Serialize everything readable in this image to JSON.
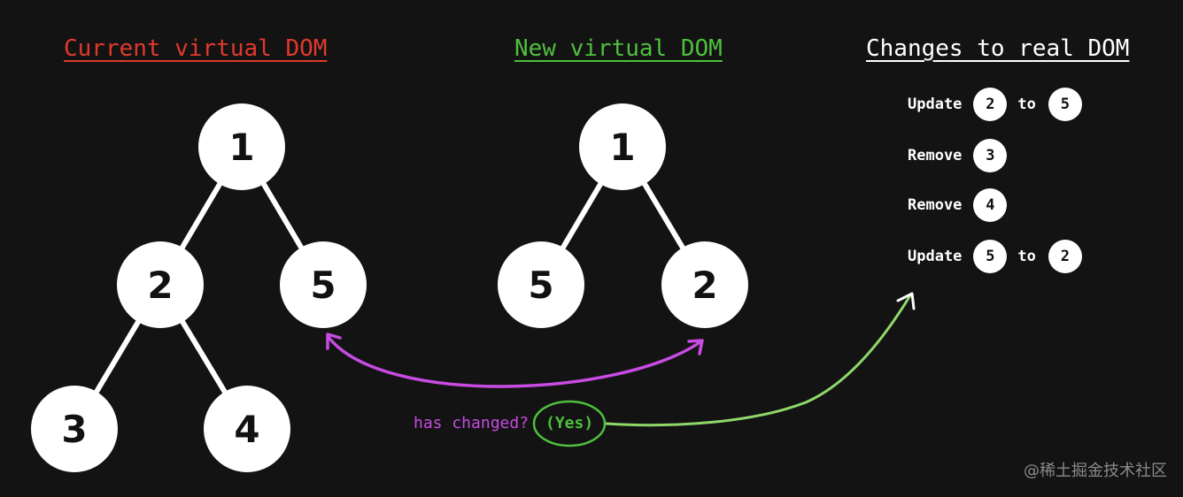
{
  "titles": {
    "current": "Current virtual DOM",
    "new": "New virtual DOM",
    "changes": "Changes to real DOM"
  },
  "colors": {
    "background": "#131313",
    "current": "#e0392c",
    "new": "#4fbf3e",
    "changes": "#ffffff",
    "compare_arrow": "#c94be3",
    "apply_arrow": "#8fd86a"
  },
  "current_tree": {
    "nodes": [
      "1",
      "2",
      "5",
      "3",
      "4"
    ]
  },
  "new_tree": {
    "nodes": [
      "1",
      "5",
      "2"
    ]
  },
  "changes": [
    {
      "action": "Update",
      "node": "2",
      "connector": "to",
      "target": "5"
    },
    {
      "action": "Remove",
      "node": "3"
    },
    {
      "action": "Remove",
      "node": "4"
    },
    {
      "action": "Update",
      "node": "5",
      "connector": "to",
      "target": "2"
    }
  ],
  "annotation": {
    "question": "has changed?",
    "answer": "(Yes)"
  },
  "watermark": "@稀土掘金技术社区"
}
